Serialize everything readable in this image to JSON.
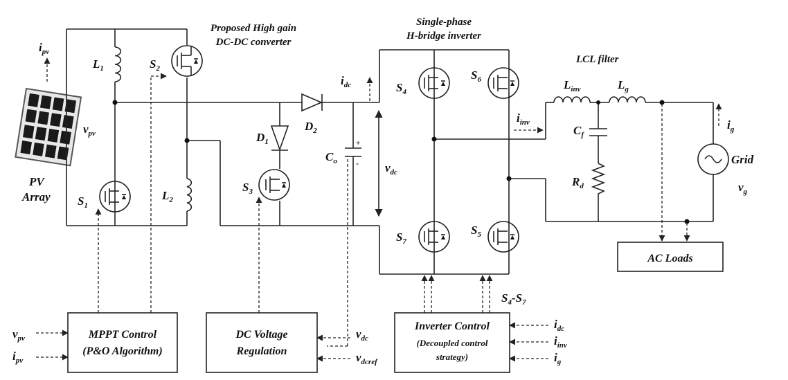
{
  "titles": {
    "converter_line1": "Proposed High gain",
    "converter_line2": "DC-DC converter",
    "inverter_line1": "Single-phase",
    "inverter_line2": "H-bridge inverter",
    "lcl": "LCL filter"
  },
  "pv": {
    "line1": "PV",
    "line2": "Array",
    "i_main": "i",
    "i_sub": "pv",
    "v_main": "v",
    "v_sub": "pv"
  },
  "components": {
    "L1": {
      "main": "L",
      "sub": "1"
    },
    "L2": {
      "main": "L",
      "sub": "2"
    },
    "S1": {
      "main": "S",
      "sub": "1"
    },
    "S2": {
      "main": "S",
      "sub": "2"
    },
    "S3": {
      "main": "S",
      "sub": "3"
    },
    "S4": {
      "main": "S",
      "sub": "4"
    },
    "S5": {
      "main": "S",
      "sub": "5"
    },
    "S6": {
      "main": "S",
      "sub": "6"
    },
    "S7": {
      "main": "S",
      "sub": "7"
    },
    "D1": {
      "main": "D",
      "sub": "1"
    },
    "D2": {
      "main": "D",
      "sub": "2"
    },
    "Co": {
      "main": "C",
      "sub": "o"
    },
    "Linv": {
      "main": "L",
      "sub": "inv"
    },
    "Lg": {
      "main": "L",
      "sub": "g"
    },
    "Cf": {
      "main": "C",
      "sub": "f"
    },
    "Rd": {
      "main": "R",
      "sub": "d"
    }
  },
  "signals": {
    "idc": {
      "main": "i",
      "sub": "dc"
    },
    "vdc": {
      "main": "v",
      "sub": "dc"
    },
    "iinv": {
      "main": "i",
      "sub": "inv"
    },
    "ig": {
      "main": "i",
      "sub": "g"
    },
    "vg": {
      "main": "v",
      "sub": "g"
    },
    "grid": "Grid",
    "s4s7_a": "S",
    "s4s7_b": "4",
    "s4s7_c": "-S",
    "s4s7_d": "7"
  },
  "blocks": {
    "mppt_line1": "MPPT Control",
    "mppt_line2": "(P&O Algorithm)",
    "dcv_line1": "DC Voltage",
    "dcv_line2": "Regulation",
    "inv_line1": "Inverter Control",
    "inv_line2": "(Decoupled control",
    "inv_line3": "strategy)",
    "ac_loads": "AC Loads"
  },
  "inputs": {
    "mppt_v": {
      "main": "v",
      "sub": "pv"
    },
    "mppt_i": {
      "main": "i",
      "sub": "pv"
    },
    "dcv_v": {
      "main": "v",
      "sub": "dc"
    },
    "dcv_ref": {
      "main": "v",
      "sub": "dcref"
    },
    "inv_idc": {
      "main": "i",
      "sub": "dc"
    },
    "inv_iinv": {
      "main": "i",
      "sub": "inv"
    },
    "inv_ig": {
      "main": "i",
      "sub": "g"
    }
  }
}
